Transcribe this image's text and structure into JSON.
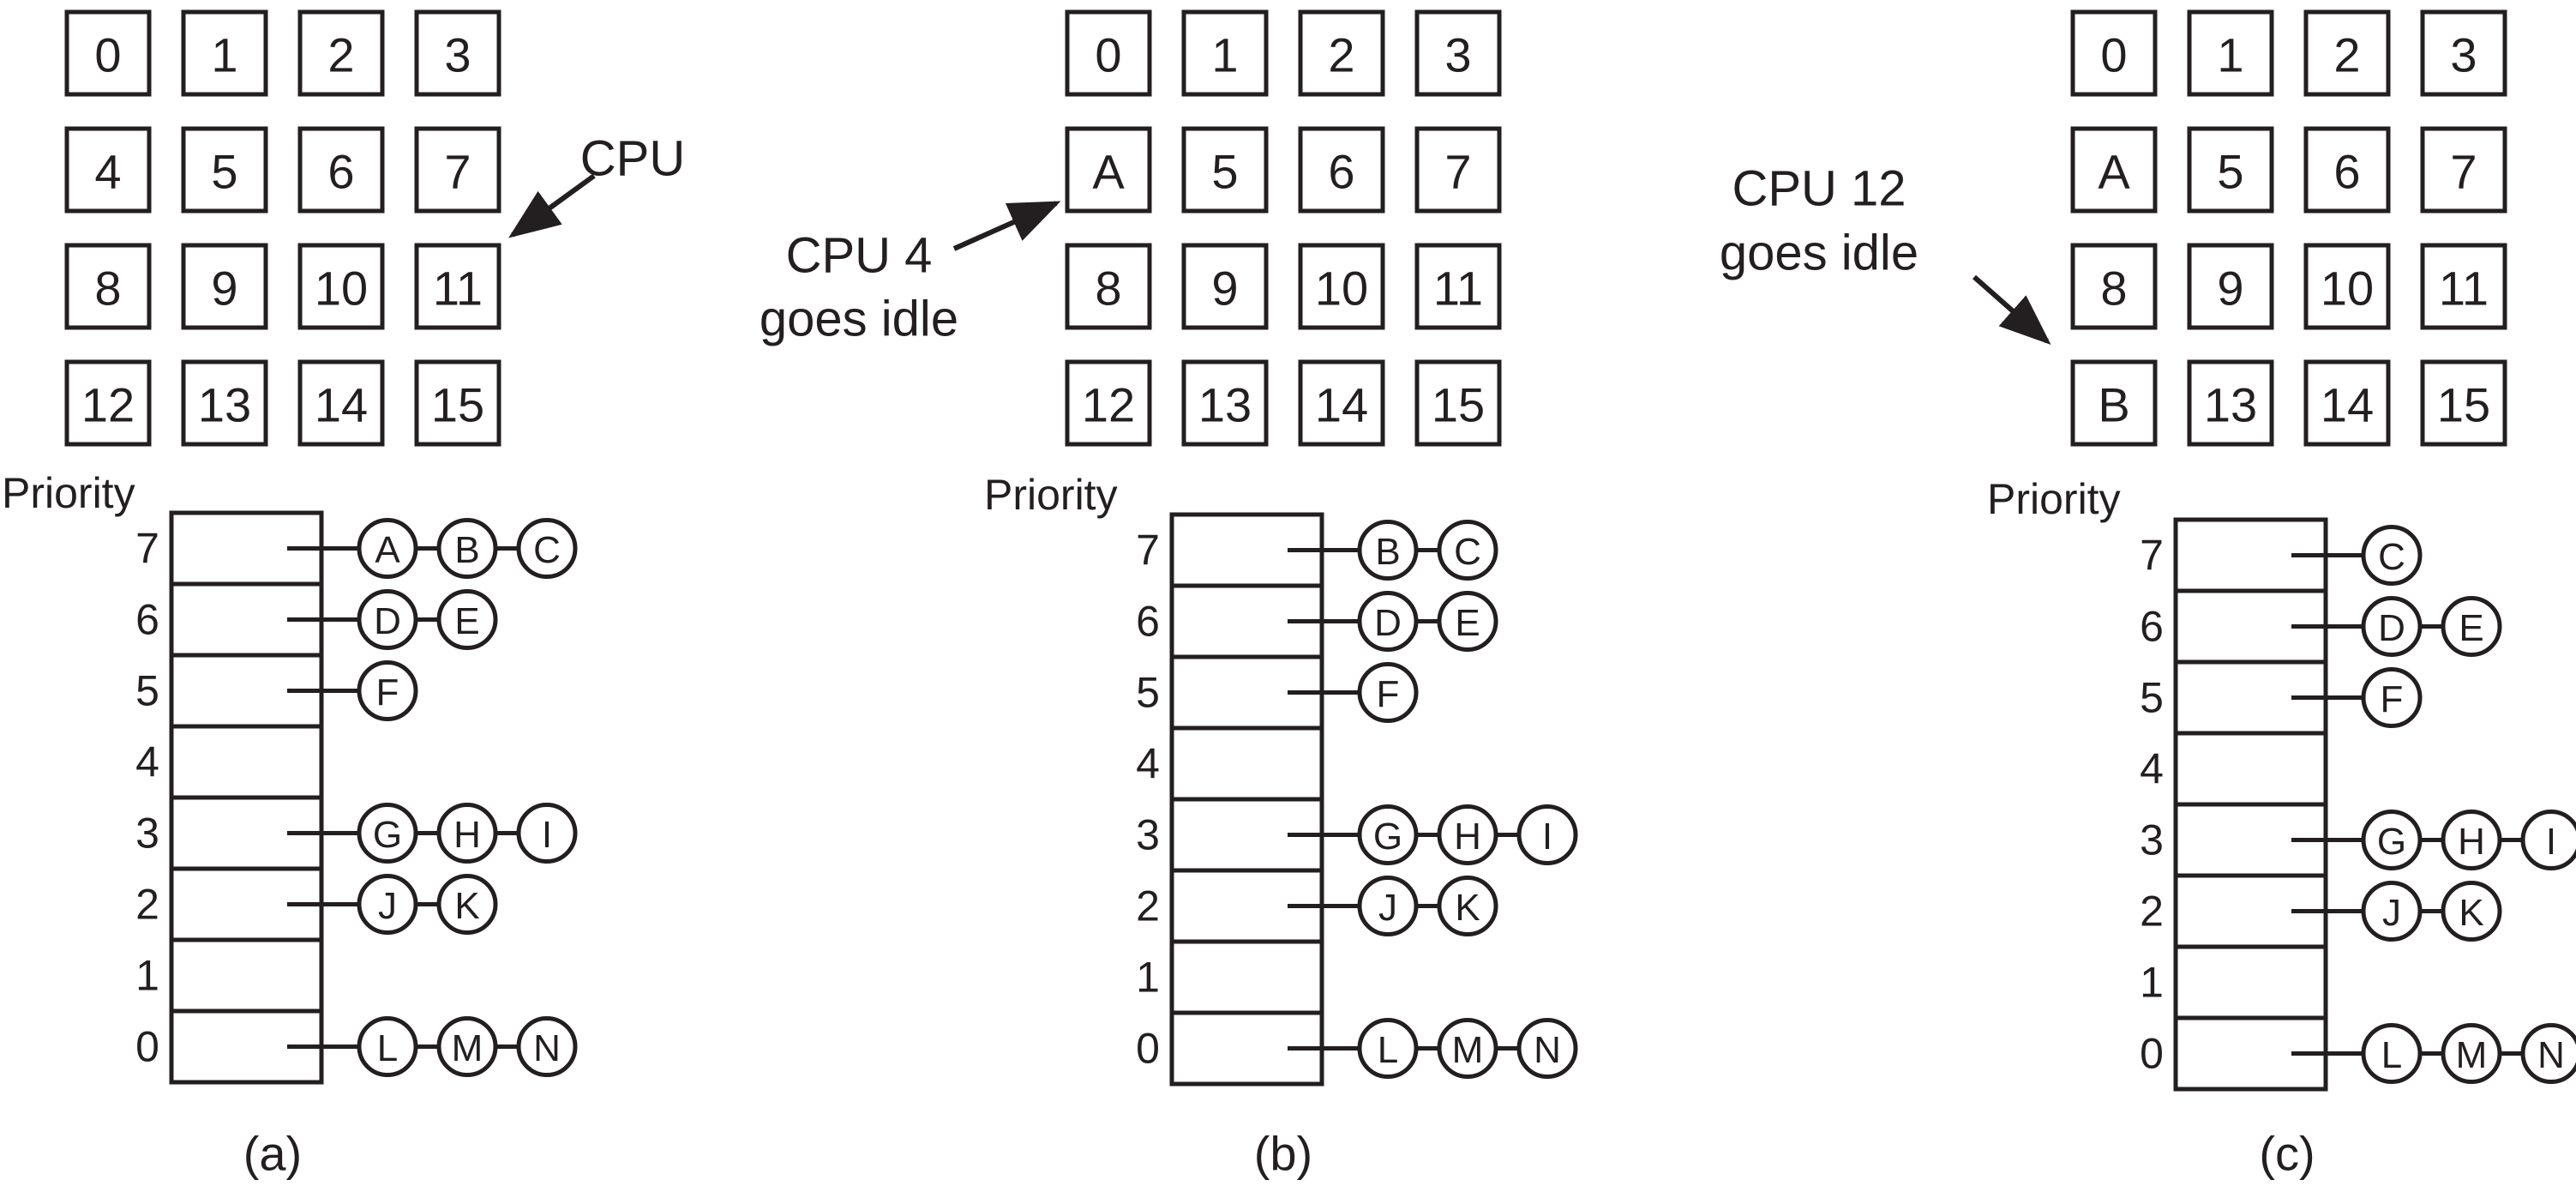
{
  "panels": [
    {
      "id": "a",
      "caption": "(a)",
      "cpu_grid": [
        "0",
        "1",
        "2",
        "3",
        "4",
        "5",
        "6",
        "7",
        "8",
        "9",
        "10",
        "11",
        "12",
        "13",
        "14",
        "15"
      ],
      "annotation": {
        "lines": [
          "CPU"
        ],
        "target_cell": 11
      },
      "priority_label": "Priority",
      "queues": [
        {
          "level": "7",
          "procs": [
            "A",
            "B",
            "C"
          ]
        },
        {
          "level": "6",
          "procs": [
            "D",
            "E"
          ]
        },
        {
          "level": "5",
          "procs": [
            "F"
          ]
        },
        {
          "level": "4",
          "procs": []
        },
        {
          "level": "3",
          "procs": [
            "G",
            "H",
            "I"
          ]
        },
        {
          "level": "2",
          "procs": [
            "J",
            "K"
          ]
        },
        {
          "level": "1",
          "procs": []
        },
        {
          "level": "0",
          "procs": [
            "L",
            "M",
            "N"
          ]
        }
      ]
    },
    {
      "id": "b",
      "caption": "(b)",
      "cpu_grid": [
        "0",
        "1",
        "2",
        "3",
        "A",
        "5",
        "6",
        "7",
        "8",
        "9",
        "10",
        "11",
        "12",
        "13",
        "14",
        "15"
      ],
      "annotation": {
        "lines": [
          "CPU 4",
          "goes idle"
        ],
        "target_cell": 4
      },
      "priority_label": "Priority",
      "queues": [
        {
          "level": "7",
          "procs": [
            "B",
            "C"
          ]
        },
        {
          "level": "6",
          "procs": [
            "D",
            "E"
          ]
        },
        {
          "level": "5",
          "procs": [
            "F"
          ]
        },
        {
          "level": "4",
          "procs": []
        },
        {
          "level": "3",
          "procs": [
            "G",
            "H",
            "I"
          ]
        },
        {
          "level": "2",
          "procs": [
            "J",
            "K"
          ]
        },
        {
          "level": "1",
          "procs": []
        },
        {
          "level": "0",
          "procs": [
            "L",
            "M",
            "N"
          ]
        }
      ]
    },
    {
      "id": "c",
      "caption": "(c)",
      "cpu_grid": [
        "0",
        "1",
        "2",
        "3",
        "A",
        "5",
        "6",
        "7",
        "8",
        "9",
        "10",
        "11",
        "B",
        "13",
        "14",
        "15"
      ],
      "annotation": {
        "lines": [
          "CPU 12",
          "goes idle"
        ],
        "target_cell": 12
      },
      "priority_label": "Priority",
      "queues": [
        {
          "level": "7",
          "procs": [
            "C"
          ]
        },
        {
          "level": "6",
          "procs": [
            "D",
            "E"
          ]
        },
        {
          "level": "5",
          "procs": [
            "F"
          ]
        },
        {
          "level": "4",
          "procs": []
        },
        {
          "level": "3",
          "procs": [
            "G",
            "H",
            "I"
          ]
        },
        {
          "level": "2",
          "procs": [
            "J",
            "K"
          ]
        },
        {
          "level": "1",
          "procs": []
        },
        {
          "level": "0",
          "procs": [
            "L",
            "M",
            "N"
          ]
        }
      ]
    }
  ]
}
